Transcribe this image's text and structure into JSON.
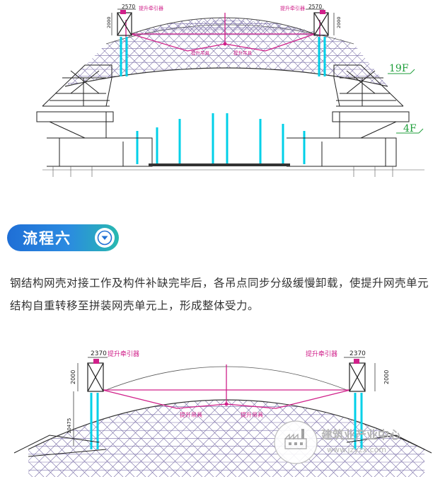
{
  "top_drawing": {
    "dim_width": "2570",
    "dim_height": "2000",
    "left_equipment_label": "提升牵引器",
    "right_equipment_label": "提升牵引器",
    "center_label_left": "提升吊具",
    "center_label_right": "提升吊具",
    "floor_upper": "19F",
    "floor_lower": "4F"
  },
  "step": {
    "title": "流程六",
    "chevron_icon": "chevron-down-circle-icon",
    "description": "钢结构网壳对接工作及构件补缺完毕后，各吊点同步分级缓慢卸载，使提升网壳单元结构自重转移至拼装网壳单元上，形成整体受力。"
  },
  "bottom_drawing": {
    "dim_width_left": "2370",
    "dim_width_right": "2370",
    "dim_height_left": "2000",
    "dim_height_right": "2000",
    "dim_side": "10475",
    "left_equipment_label": "提升牵引器",
    "right_equipment_label": "提升牵引器",
    "center_label_left": "提升吊具",
    "center_label_right": "提升吊具"
  },
  "watermark": {
    "brand_name": "建筑业产业中心",
    "url": "www.jzyzx.com"
  },
  "colors": {
    "banner_start": "#1f6fd6",
    "banner_end": "#28b9b0",
    "cyan": "#00d0e8",
    "magenta": "#d0208a",
    "lattice": "#7a6fa8"
  }
}
